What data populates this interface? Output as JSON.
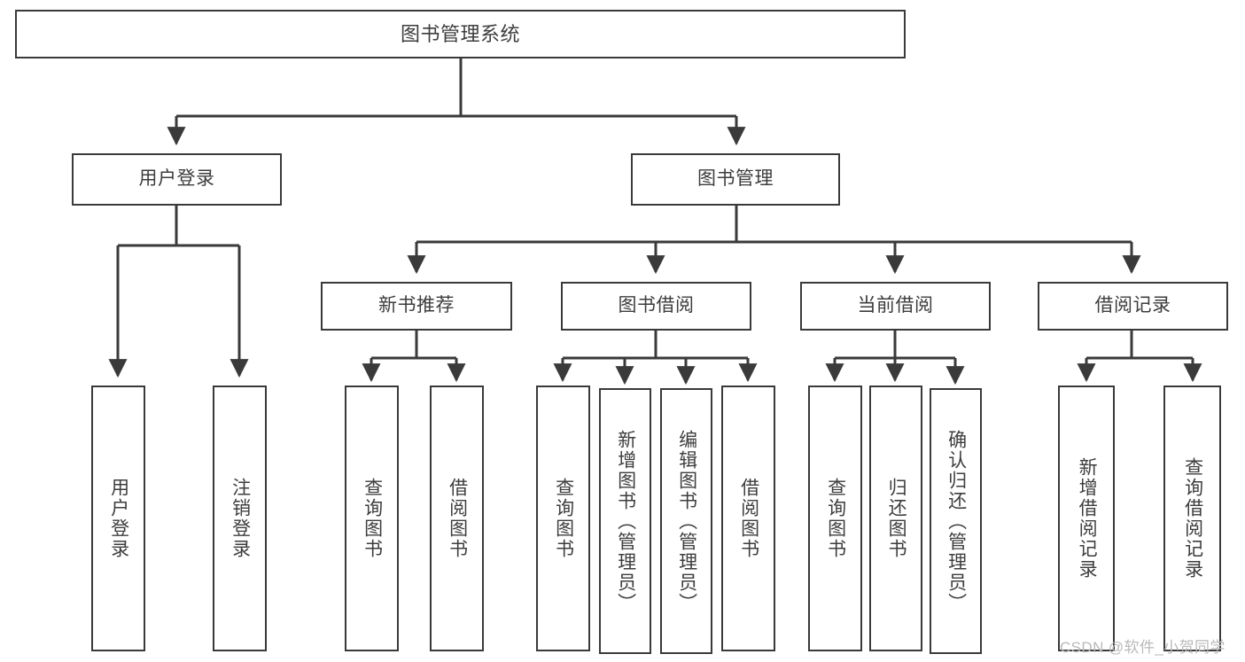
{
  "diagram": {
    "type": "tree-hierarchy-chart",
    "title": "图书管理系统",
    "background_color": "#ffffff",
    "border_color": "#3a3a3a",
    "text_color": "#3d3d3d"
  },
  "nodes": {
    "root": {
      "label": "图书管理系统"
    },
    "level1": [
      {
        "id": "user-login",
        "label": "用户登录"
      },
      {
        "id": "book-manage",
        "label": "图书管理"
      }
    ],
    "level2": [
      {
        "id": "new-book-rec",
        "label": "新书推荐"
      },
      {
        "id": "book-borrow",
        "label": "图书借阅"
      },
      {
        "id": "current-borrow",
        "label": "当前借阅"
      },
      {
        "id": "borrow-record",
        "label": "借阅记录"
      }
    ],
    "leaves": {
      "user_login": [
        {
          "id": "leaf-user-login",
          "label": "用户登录"
        },
        {
          "id": "leaf-logout-login",
          "label": "注销登录"
        }
      ],
      "new_book_rec": [
        {
          "id": "leaf-query-book-1",
          "label": "查询图书"
        },
        {
          "id": "leaf-borrow-book-1",
          "label": "借阅图书"
        }
      ],
      "book_borrow": [
        {
          "id": "leaf-query-book-2",
          "label": "查询图书"
        },
        {
          "id": "leaf-add-book",
          "label": "新增图书（管理员）"
        },
        {
          "id": "leaf-edit-book",
          "label": "编辑图书（管理员）"
        },
        {
          "id": "leaf-borrow-book-2",
          "label": "借阅图书"
        }
      ],
      "current_borrow": [
        {
          "id": "leaf-query-book-3",
          "label": "查询图书"
        },
        {
          "id": "leaf-return-book",
          "label": "归还图书"
        },
        {
          "id": "leaf-confirm-return",
          "label": "确认归还（管理员）"
        }
      ],
      "borrow_record": [
        {
          "id": "leaf-add-record",
          "label": "新增借阅记录"
        },
        {
          "id": "leaf-query-record",
          "label": "查询借阅记录"
        }
      ]
    }
  },
  "watermark": {
    "text": "CSDN @软件_小贺同学"
  }
}
